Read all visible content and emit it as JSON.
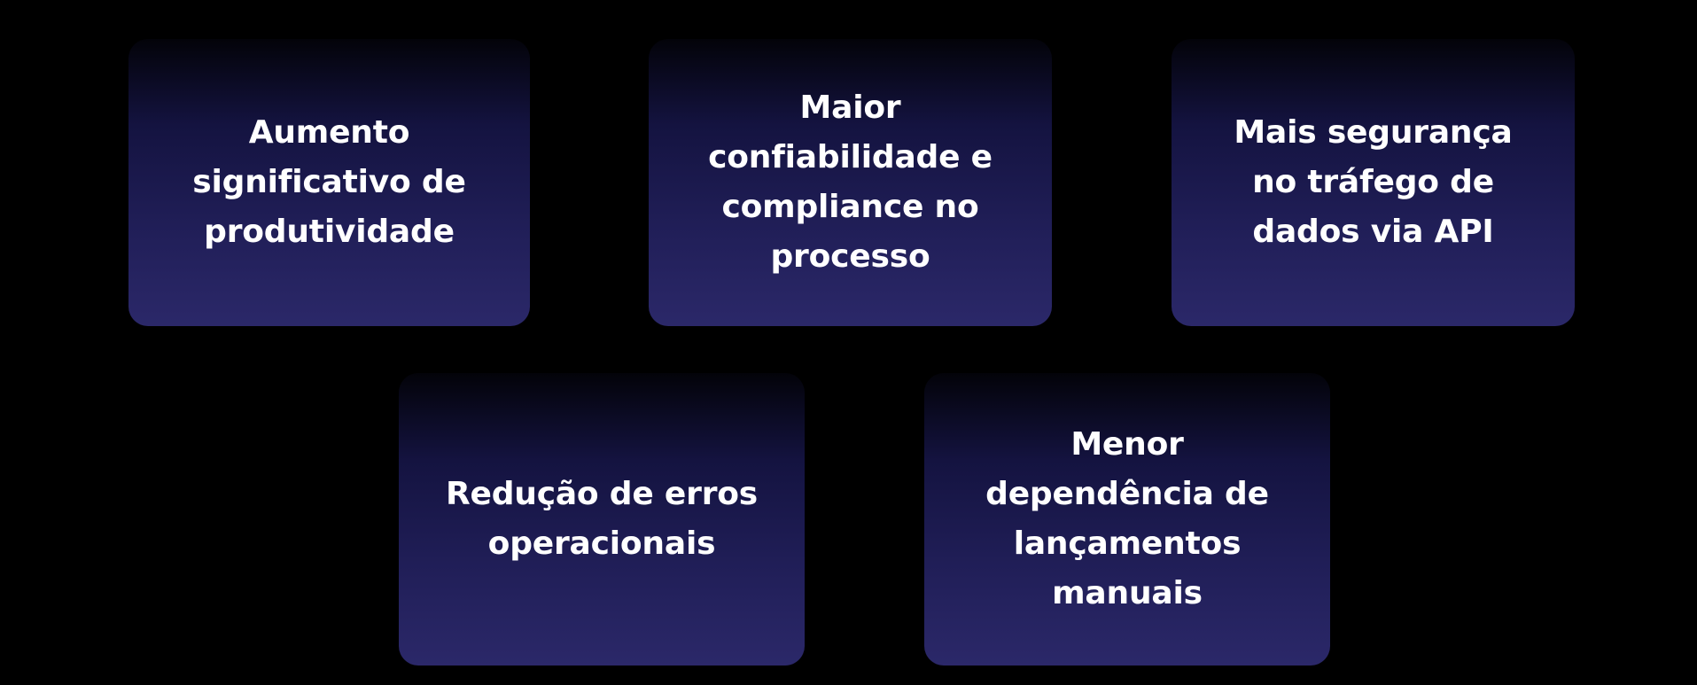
{
  "theme": {
    "page_background": "#000000",
    "card_gradient_top": "#030309",
    "card_gradient_upper": "#141340",
    "card_gradient_lower": "#201e57",
    "card_gradient_bottom": "#2b2869",
    "text_color": "#ffffff"
  },
  "cards": [
    {
      "id": "produtividade",
      "text": "Aumento\nsignificativo de\nprodutividade"
    },
    {
      "id": "confiabilidade",
      "text": "Maior\nconfiabilidade e\ncompliance no\nprocesso"
    },
    {
      "id": "seguranca",
      "text": "Mais segurança\nno tráfego de\ndados via API"
    },
    {
      "id": "reducao-erros",
      "text": "Redução de erros\noperacionais"
    },
    {
      "id": "dependencia",
      "text": "Menor\ndependência de\nlançamentos\nmanuais"
    }
  ]
}
